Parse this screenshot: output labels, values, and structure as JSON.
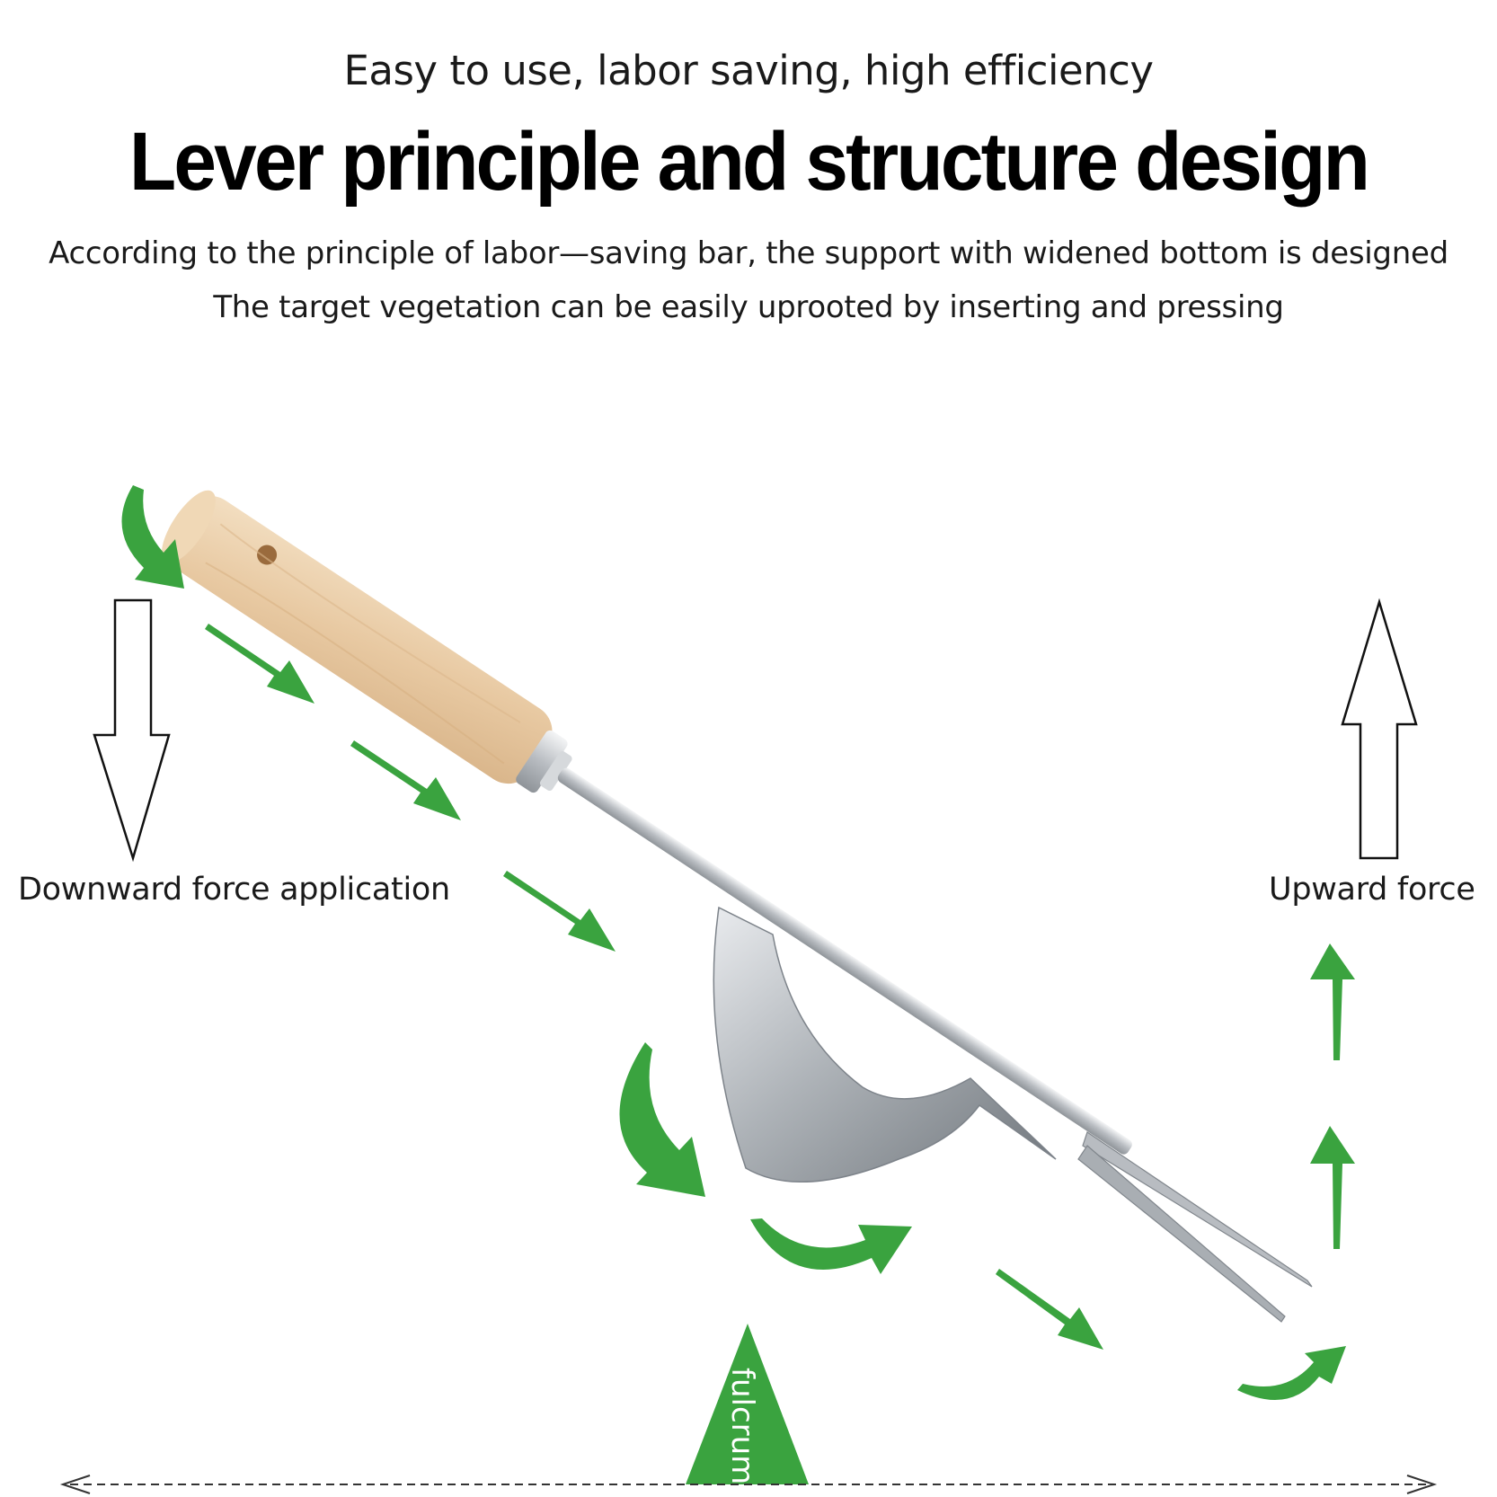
{
  "header": {
    "tagline": "Easy to use, labor saving, high efficiency",
    "title": "Lever principle and structure design",
    "description_line1": "According to the principle of labor—saving bar, the support with widened bottom is designed",
    "description_line2": "The target vegetation can be easily uprooted by inserting and pressing"
  },
  "diagram": {
    "downward_label": "Downward force application",
    "upward_label": "Upward force",
    "fulcrum_label": "fulcrum",
    "colors": {
      "arrow_green": "#3aa33f",
      "handle_wood": "#ecd2b0",
      "steel": "#c9ccd0",
      "outline": "#111111"
    }
  }
}
